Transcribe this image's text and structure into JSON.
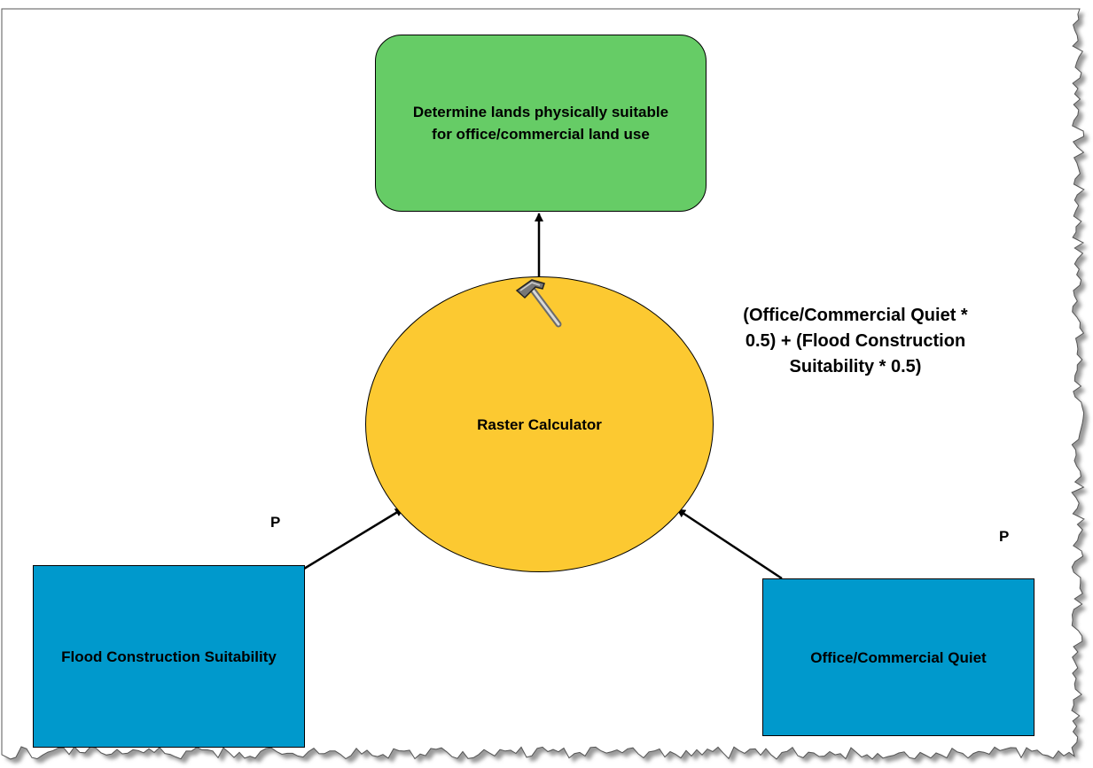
{
  "diagram": {
    "output": {
      "label": "Determine lands physically suitable for office/commercial land use",
      "color": "#66cc66"
    },
    "tool": {
      "label": "Raster Calculator",
      "color": "#fcc931",
      "icon": "hammer-icon"
    },
    "inputs": [
      {
        "label": "Flood Construction Suitability",
        "color": "#0099cc",
        "parameter": "P"
      },
      {
        "label": "Office/Commercial Quiet",
        "color": "#0099cc",
        "parameter": "P"
      }
    ],
    "expression": "(Office/Commercial Quiet * 0.5) + (Flood Construction Suitability * 0.5)"
  }
}
